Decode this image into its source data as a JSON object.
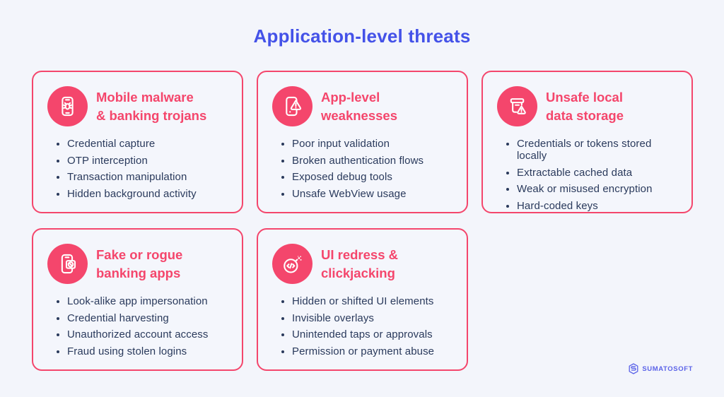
{
  "page": {
    "title": "Application-level threats"
  },
  "theme": {
    "background": "#F3F5FB",
    "accent_pink": "#F4466C",
    "title_blue": "#4452E8",
    "text_navy": "#2A3A5C",
    "logo_blue": "#5B63E8"
  },
  "cards": [
    {
      "icon": "phone-bug-icon",
      "title_lines": [
        "Mobile malware",
        "& banking trojans"
      ],
      "bullets": [
        "Credential capture",
        "OTP interception",
        "Transaction manipulation",
        "Hidden background activity"
      ]
    },
    {
      "icon": "phone-warning-icon",
      "title_lines": [
        "App-level",
        "weaknesses"
      ],
      "bullets": [
        "Poor input validation",
        "Broken authentication flows",
        "Exposed debug tools",
        "Unsafe WebView usage"
      ]
    },
    {
      "icon": "storage-warning-icon",
      "title_lines": [
        "Unsafe local",
        "data storage"
      ],
      "bullets": [
        "Credentials or tokens stored locally",
        "Extractable cached data",
        "Weak or misused encryption",
        "Hard-coded keys"
      ]
    },
    {
      "icon": "phone-blocked-app-icon",
      "title_lines": [
        "Fake or rogue",
        "banking apps"
      ],
      "bullets": [
        "Look-alike app impersonation",
        "Credential harvesting",
        "Unauthorized account access",
        "Fraud using stolen logins"
      ]
    },
    {
      "icon": "code-bomb-icon",
      "title_lines": [
        "UI redress &",
        "clickjacking"
      ],
      "bullets": [
        "Hidden or shifted UI elements",
        "Invisible overlays",
        "Unintended taps or approvals",
        "Permission or payment abuse"
      ]
    }
  ],
  "footer": {
    "brand": "SUMATOSOFT"
  }
}
